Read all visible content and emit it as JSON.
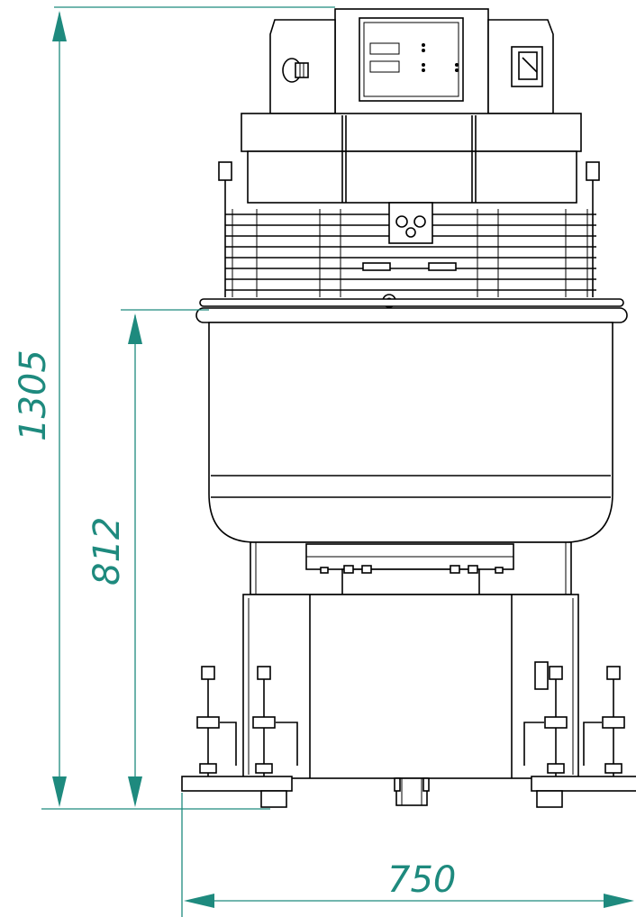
{
  "dimensions": {
    "total_height": "1305",
    "bowl_height": "812",
    "width": "750"
  },
  "colors": {
    "dimension": "#1e8a7e",
    "outline": "#000000",
    "background": "#ffffff"
  }
}
